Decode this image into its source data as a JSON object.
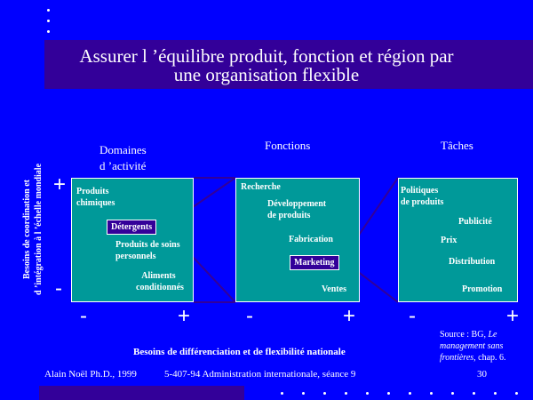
{
  "title_line1": "Assurer l ’équilibre produit, fonction et région par",
  "title_line2": "une organisation flexible",
  "columns": {
    "domaines_line1": "Domaines",
    "domaines_line2": "d ’activité",
    "fonctions": "Fonctions",
    "taches": "Tâches"
  },
  "box1": {
    "produits_line1": "Produits",
    "produits_line2": "chimiques",
    "detergents": "Détergents",
    "soins_line1": "Produits de soins",
    "soins_line2": "personnels",
    "aliments_line1": "Aliments",
    "aliments_line2": "conditionnés"
  },
  "box2": {
    "recherche": "Recherche",
    "dev_line1": "Développement",
    "dev_line2": "de produits",
    "fabrication": "Fabrication",
    "marketing": "Marketing",
    "ventes": "Ventes"
  },
  "box3": {
    "pol_line1": "Politiques",
    "pol_line2": "de produits",
    "publicite": "Publicité",
    "prix": "Prix",
    "distribution": "Distribution",
    "promotion": "Promotion"
  },
  "axis": {
    "plus": "+",
    "minus": "-",
    "ylabel_line1": "Besoins de coordination et",
    "ylabel_line2": "d ’intégration à l ’échelle mondiale",
    "xlabel": "Besoins de différenciation et de flexibilité nationale"
  },
  "source": {
    "prefix": "Source : BG, ",
    "italic_line1": "Le",
    "italic_line2": "management sans",
    "italic_line3": "frontières",
    "suffix": ", chap. 6."
  },
  "footer": {
    "author": "Alain Noël Ph.D., 1999",
    "course": "5-407-94 Administration internationale, séance 9",
    "page": "30"
  },
  "colors": {
    "background": "#0000FF",
    "title_band": "#330099",
    "box": "#009999",
    "tag": "#330099"
  }
}
